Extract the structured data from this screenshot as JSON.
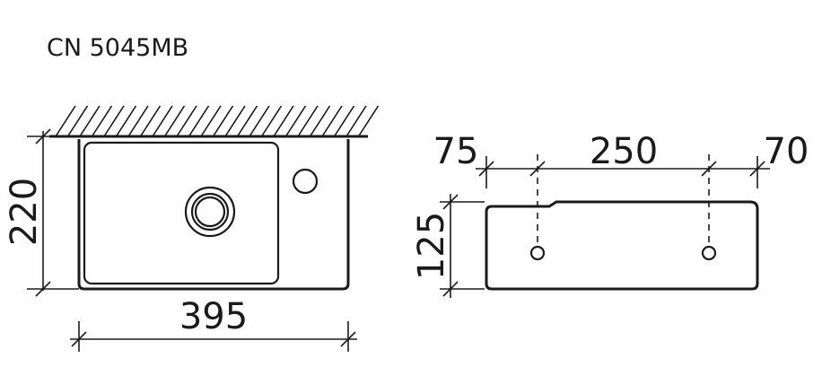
{
  "model": "CN 5045MB",
  "dimensions": {
    "width_top_view": "395",
    "depth_top_view": "220",
    "height_side_view": "125",
    "left_offset": "75",
    "hole_spacing": "250",
    "right_offset": "70"
  },
  "colors": {
    "line": "#1a1a1a",
    "background": "#ffffff"
  }
}
